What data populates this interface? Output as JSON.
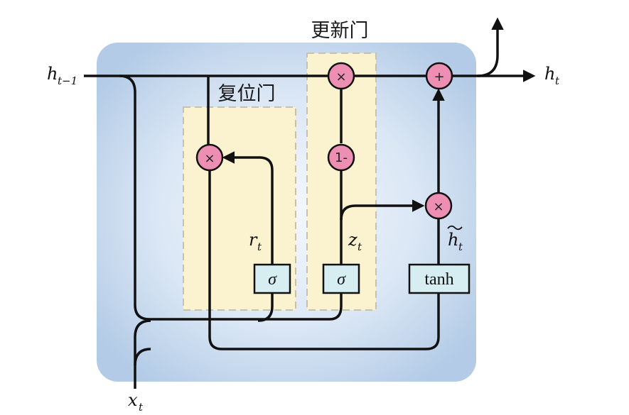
{
  "gates": {
    "update_label": "更新门",
    "reset_label": "复位门"
  },
  "operators": {
    "multiply": "×",
    "add": "+",
    "one_minus": "1-"
  },
  "boxes": {
    "sigma_reset": "σ",
    "sigma_update": "σ",
    "tanh": "tanh"
  },
  "signals": {
    "h_prev": {
      "main": "h",
      "sub": "t−1"
    },
    "h_out": {
      "main": "h",
      "sub": "t"
    },
    "x_in": {
      "main": "x",
      "sub": "t"
    },
    "r": {
      "main": "r",
      "sub": "t"
    },
    "z": {
      "main": "z",
      "sub": "t"
    },
    "h_tilde": {
      "main": "h",
      "sub": "t"
    }
  },
  "colors": {
    "cell_center": "#eef4fb",
    "cell_edge": "#b3cbe6",
    "gate_region": "#fbf3cf",
    "operator": "#ec8fb3",
    "box": "#d6eef2"
  }
}
